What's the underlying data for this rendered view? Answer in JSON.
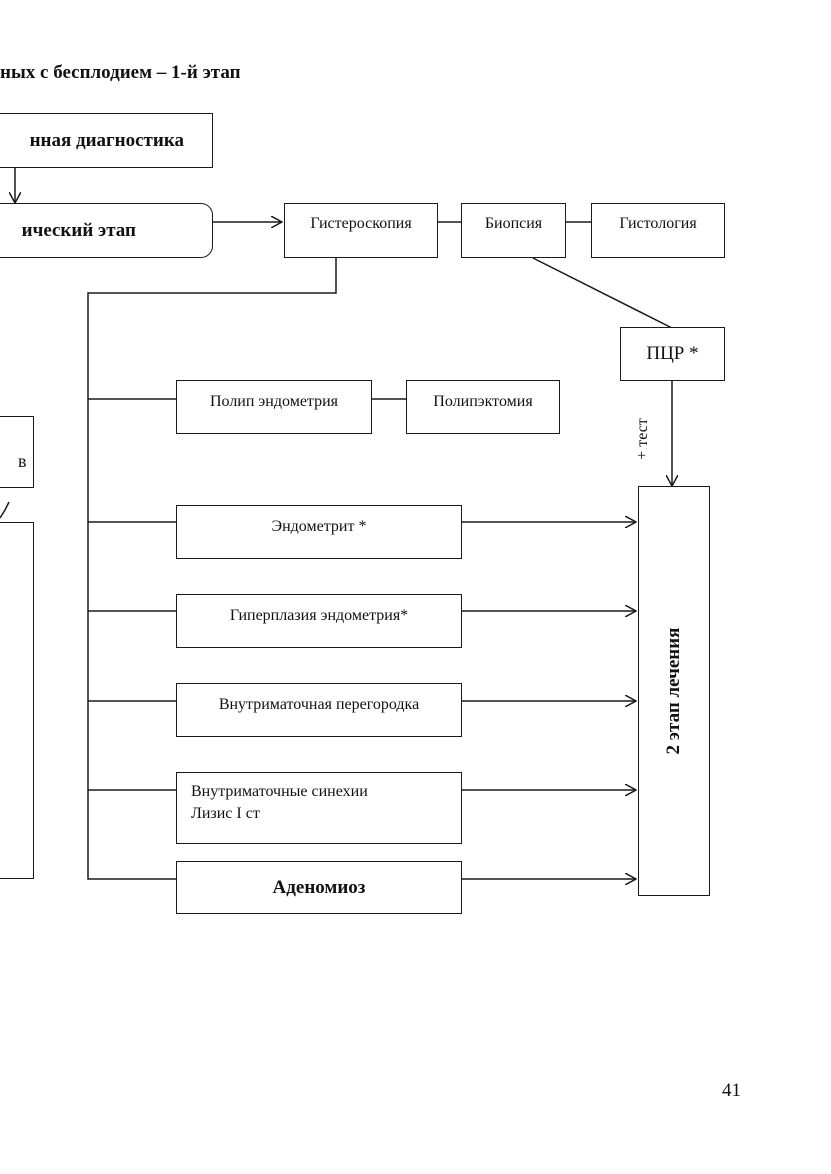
{
  "page": {
    "title": "ных с бесплодием – 1-й  этап",
    "page_number": "41"
  },
  "nodes": {
    "diagnostics": "нная диагностика",
    "stage": "ический этап",
    "hysteroscopy": "Гистероскопия",
    "biopsy": "Биопсия",
    "histology": "Гистология",
    "pcr": "ПЦР *",
    "plus_test": "+ тест",
    "polyp": "Полип эндометрия",
    "polypectomy": "Полипэктомия",
    "left_partial": "в",
    "endometritis": "Эндометрит *",
    "hyperplasia": "Гиперплазия эндометрия*",
    "septum": "Внутриматочная перегородка",
    "synechiae_line1": "Внутриматочные синехии",
    "synechiae_line2": "Лизис  I ст",
    "adenomyosis": "Аденомиоз",
    "treatment_stage2": "2 этап  лечения"
  }
}
